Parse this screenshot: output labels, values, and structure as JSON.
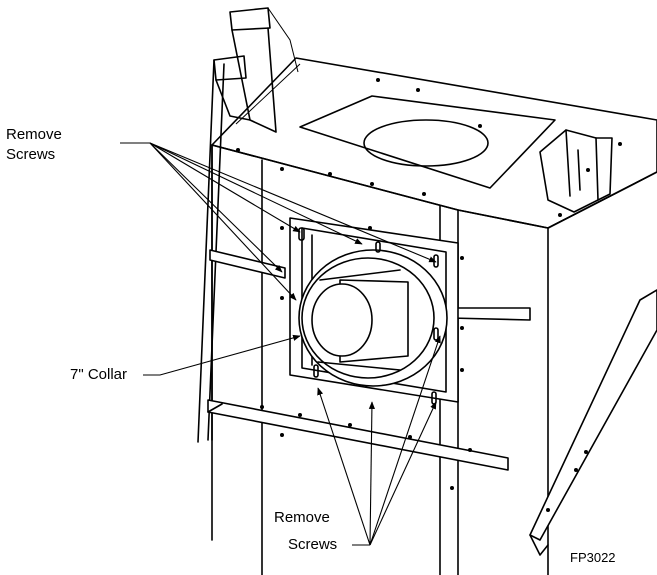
{
  "labels": {
    "remove_screws_top_line1": "Remove",
    "remove_screws_top_line2": "Screws",
    "collar": "7\" Collar",
    "remove_screws_bottom_line1": "Remove",
    "remove_screws_bottom_line2": "Screws",
    "figure_id": "FP3022"
  },
  "colors": {
    "line": "#000000",
    "background": "#ffffff"
  }
}
